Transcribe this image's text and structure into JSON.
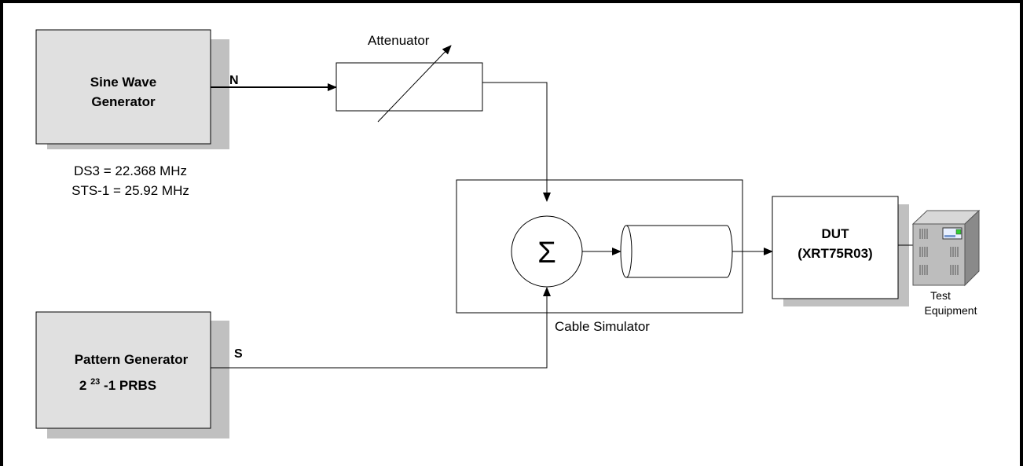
{
  "sine_generator": {
    "line1": "Sine Wave",
    "line2": "Generator",
    "output_label": "N"
  },
  "frequencies": {
    "ds3": "DS3 = 22.368 MHz",
    "sts1": "STS-1 = 25.92 MHz"
  },
  "attenuator": {
    "label": "Attenuator"
  },
  "cable_simulator": {
    "label": "Cable Simulator",
    "sum_symbol": "Σ"
  },
  "pattern_generator": {
    "line1": "Pattern Generator",
    "base": "2 ",
    "exponent": "23",
    "rest": " -1 PRBS",
    "output_label": "S"
  },
  "dut": {
    "line1": "DUT",
    "line2": "(XRT75R03)"
  },
  "test_equipment": {
    "line1": "Test",
    "line2": "Equipment"
  },
  "colors": {
    "box_fill": "#e0e0e0",
    "shadow": "#c0c0c0",
    "border": "#000000"
  }
}
